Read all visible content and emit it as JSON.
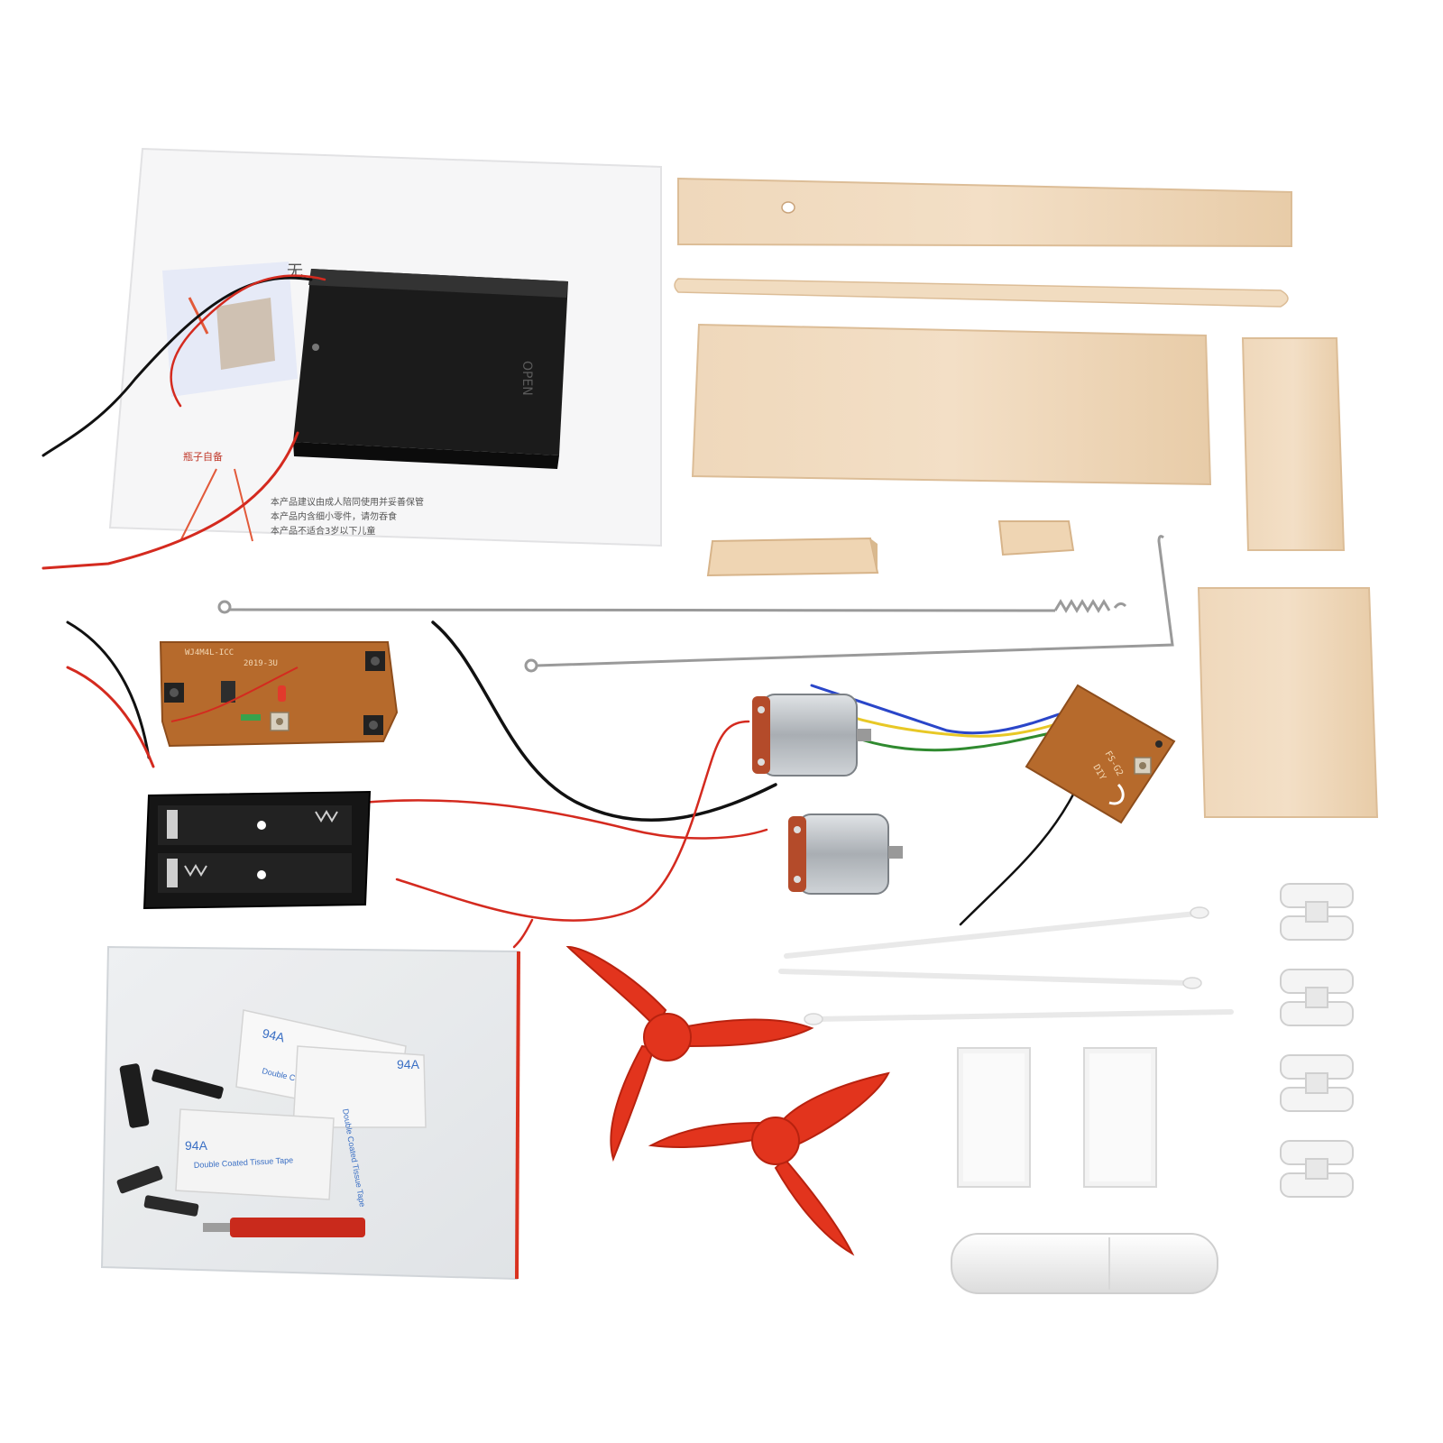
{
  "colors": {
    "background": "#ffffff",
    "wood": "#ecd3b4",
    "wood_dark": "#d9b98f",
    "propeller": "#e2341d",
    "pcb": "#b66a2c",
    "battery_box": "#1b1b1b",
    "motor": "#b9bec3",
    "wire_red": "#d42a1f",
    "wire_black": "#111111",
    "nylon": "#f2f2f2"
  },
  "manual": {
    "caution_heading": "瓶子自备",
    "notes": [
      "本产品建议由成人陪同使用并妥善保管",
      "本产品内含细小零件，请勿吞食",
      "本产品不适合3岁以下儿童"
    ],
    "corner_text": "无"
  },
  "battery_box_3aa": {
    "switch_label": "OPEN"
  },
  "transmitter_pcb": {
    "silkscreen_lines": [
      "WJ4M4L-ICC",
      "2019-3U"
    ]
  },
  "receiver_pcb": {
    "silkscreen_lines": [
      "FS-G2",
      "DIY"
    ]
  },
  "tape_bag": {
    "tape_labels": [
      "94A",
      "Double Coated Tissue Tape",
      "94A",
      "Double Coated Tissue Tape",
      "94A",
      "Double Coated Tissue Tape"
    ]
  },
  "parts": [
    "printed-instruction-sheet",
    "battery-box-3xAA",
    "battery-holder-2xAA",
    "transmitter-pcb",
    "receiver-pcb",
    "dc-motor",
    "dc-motor",
    "propeller",
    "propeller",
    "wood-stick-long",
    "wood-dowel",
    "wood-board-large",
    "wood-board-small-vertical",
    "wood-board-small",
    "wood-block-short",
    "wood-block-cube",
    "steel-wire-spring",
    "steel-wire-bent",
    "cable-tie",
    "cable-tie",
    "cable-tie",
    "foam-tape",
    "foam-tape",
    "wire-clip",
    "wire-clip",
    "wire-clip",
    "wire-clip",
    "glue-stick",
    "zip-bag"
  ]
}
